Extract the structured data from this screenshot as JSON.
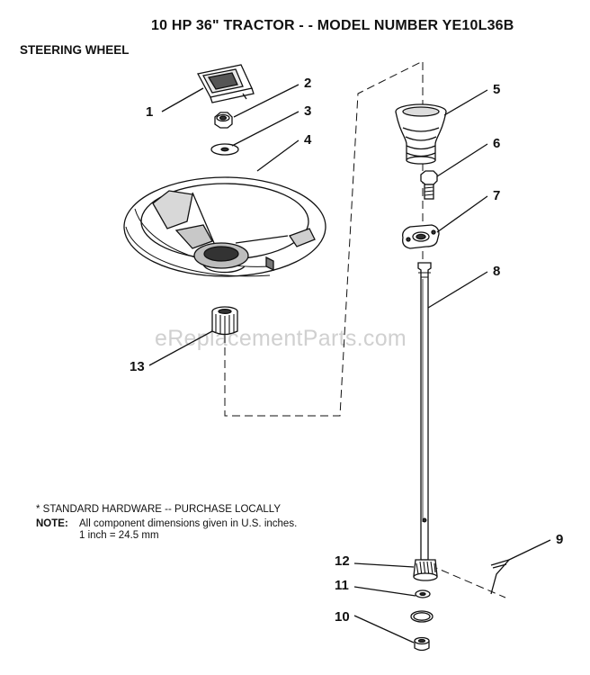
{
  "header": {
    "title": "10 HP 36\" TRACTOR - - MODEL NUMBER YE10L36B",
    "subtitle": "STEERING WHEEL"
  },
  "notes": {
    "hardware": "* STANDARD HARDWARE -- PURCHASE LOCALLY",
    "note_label": "NOTE:",
    "note_line1": "All component dimensions given in U.S. inches.",
    "note_line2": "1 inch = 24.5 mm"
  },
  "watermark": "eReplacementParts.com",
  "parts": [
    {
      "number": "1",
      "icon": "steering-cap-icon"
    },
    {
      "number": "2",
      "icon": "hex-nut-icon"
    },
    {
      "number": "3",
      "icon": "flat-washer-icon"
    },
    {
      "number": "4",
      "icon": "steering-wheel-icon"
    },
    {
      "number": "5",
      "icon": "steering-bellows-icon"
    },
    {
      "number": "6",
      "icon": "hex-bolt-icon"
    },
    {
      "number": "7",
      "icon": "flange-bearing-icon"
    },
    {
      "number": "8",
      "icon": "steering-shaft-icon"
    },
    {
      "number": "9",
      "icon": "roll-pin-icon"
    },
    {
      "number": "10",
      "icon": "bushing-icon"
    },
    {
      "number": "11",
      "icon": "retaining-ring-icon"
    },
    {
      "number": "12",
      "icon": "pinion-gear-icon"
    },
    {
      "number": "13",
      "icon": "steering-adapter-icon"
    }
  ],
  "colors": {
    "line": "#111111",
    "watermark": "#d0d0d0"
  }
}
